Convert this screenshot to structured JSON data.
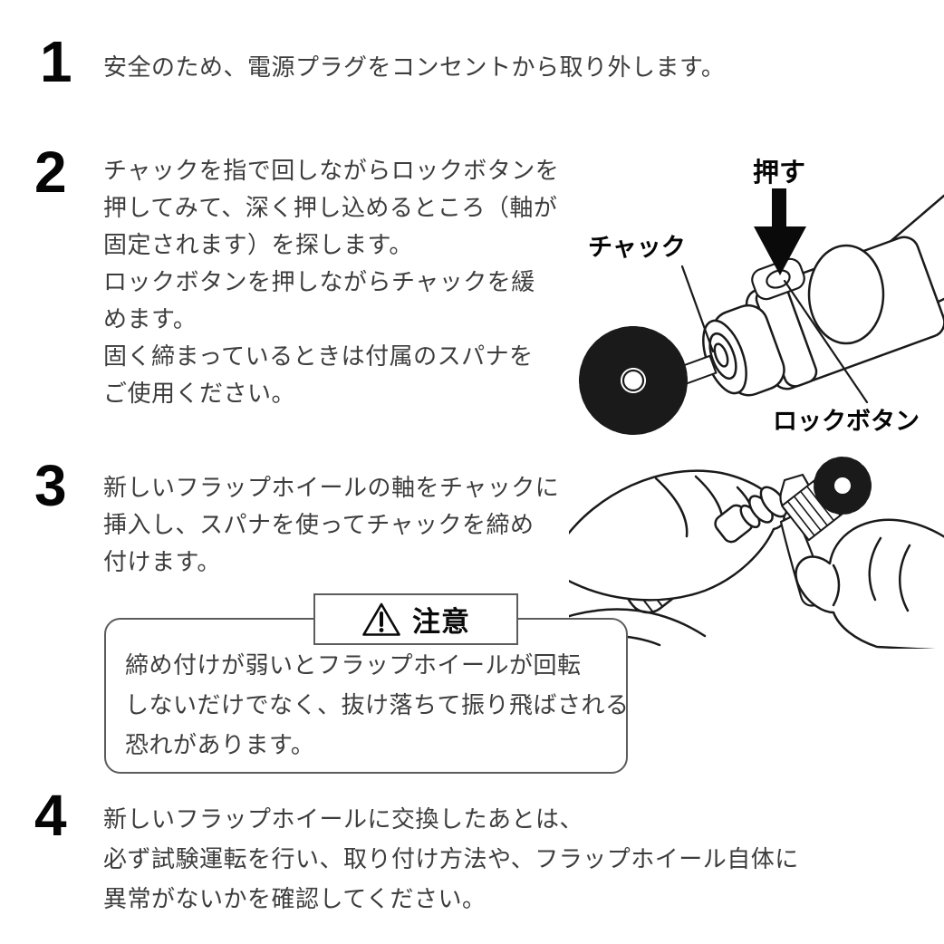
{
  "page": {
    "background_color": "#ffffff",
    "body_text_color": "#3d3d3d",
    "line_art_color": "#1a1a1a",
    "border_color": "#5c5c5c"
  },
  "steps": [
    {
      "number": "1",
      "lines": [
        "安全のため、電源プラグをコンセントから取り外します。"
      ]
    },
    {
      "number": "2",
      "lines": [
        "チャックを指で回しながらロックボタンを",
        "押してみて、深く押し込めるところ（軸が",
        "固定されます）を探します。",
        "ロックボタンを押しながらチャックを緩",
        "めます。",
        "固く締まっているときは付属のスパナを",
        "ご使用ください。"
      ]
    },
    {
      "number": "3",
      "lines": [
        "新しいフラップホイールの軸をチャックに",
        "挿入し、スパナを使ってチャックを締め",
        "付けます。"
      ]
    },
    {
      "number": "4",
      "lines": [
        "新しいフラップホイールに交換したあとは、",
        "必ず試験運転を行い、取り付け方法や、フラップホイール自体に",
        "異常がないかを確認してください。"
      ]
    }
  ],
  "diagram_tool": {
    "push_label": "押す",
    "chuck_label": "チャック",
    "lock_button_label": "ロックボタン"
  },
  "caution": {
    "icon": "warning-triangle-icon",
    "title": "注意",
    "lines": [
      "締め付けが弱いとフラップホイールが回転",
      "しないだけでなく、抜け落ちて振り飛ばされる",
      "恐れがあります。"
    ]
  }
}
